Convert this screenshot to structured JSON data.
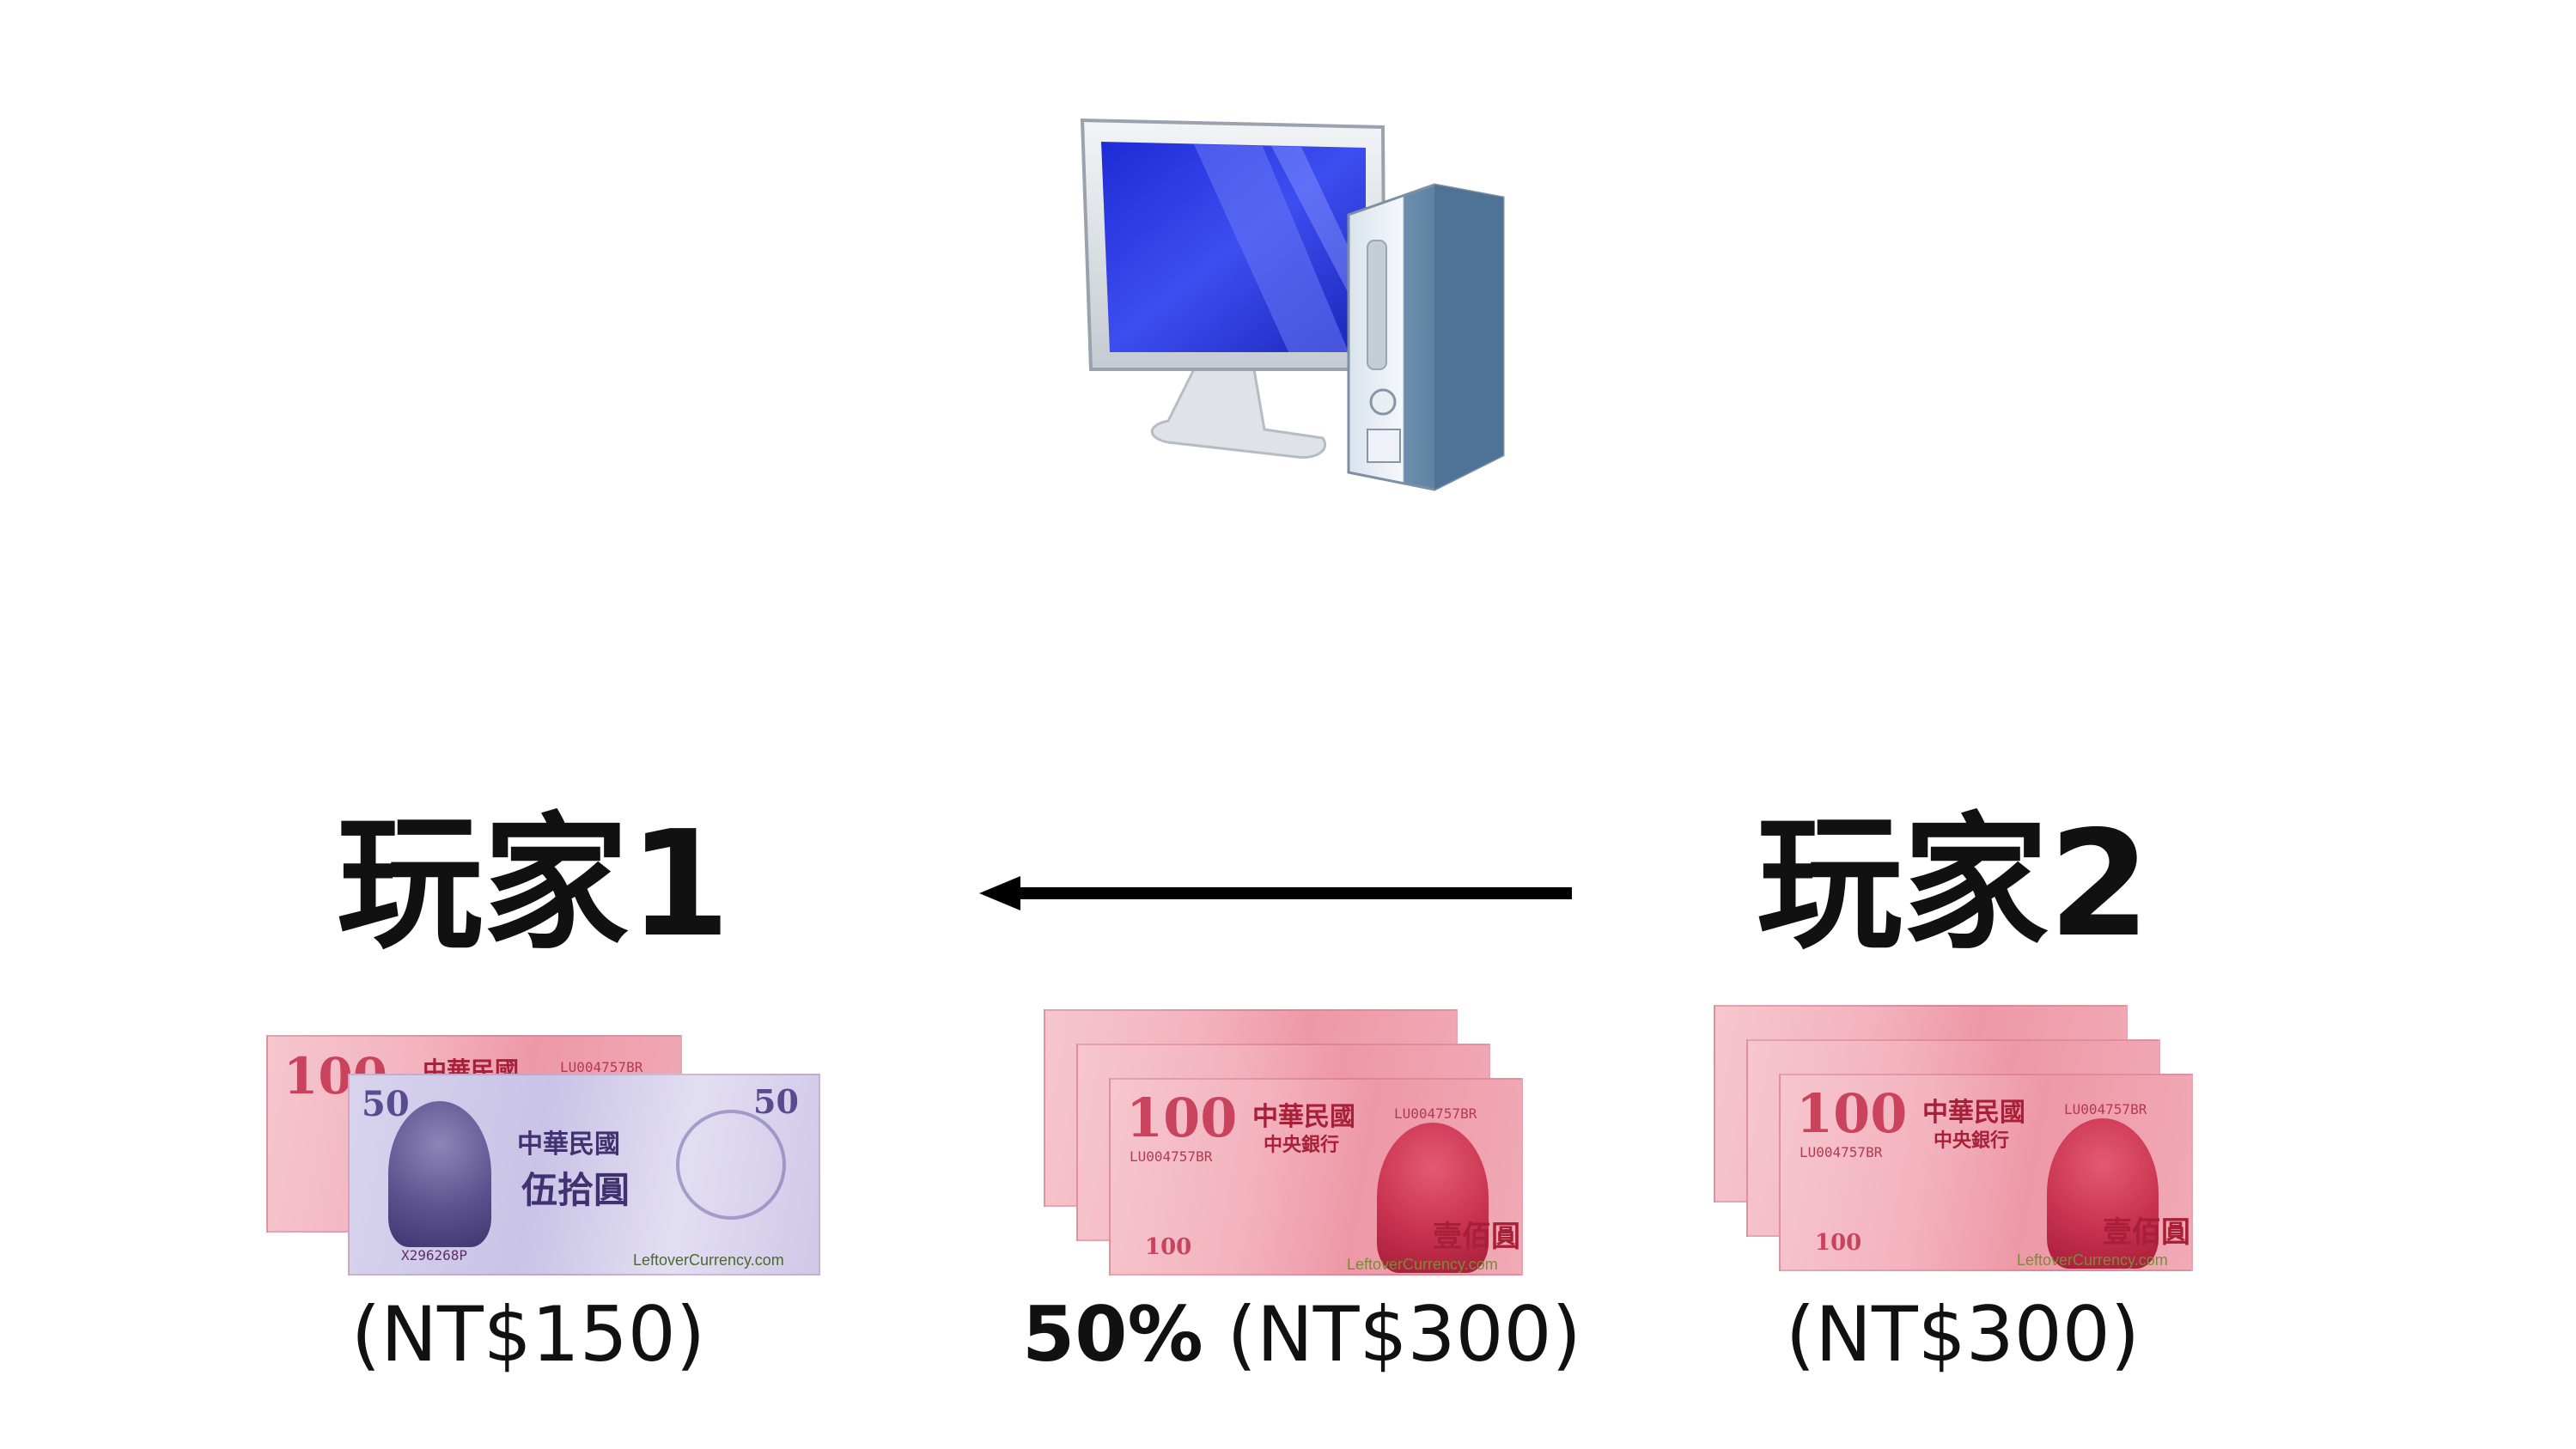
{
  "players": [
    {
      "label": "玩家1"
    },
    {
      "label": "玩家2"
    }
  ],
  "captions": {
    "left": "(NT$150)",
    "middle_percent": "50%",
    "middle_amount": "(NT$300)",
    "right": "(NT$300)"
  },
  "banknotes": {
    "red": {
      "denomination": "100",
      "issuer": "中華民國",
      "bank": "中央銀行",
      "value_text": "壹佰圓",
      "serial": "LU004757BR",
      "watermark": "LeftoverCurrency.com"
    },
    "violet": {
      "denomination": "50",
      "issuer": "中華民國",
      "value_text": "伍拾圓",
      "serial": "X296268P",
      "watermark": "LeftoverCurrency.com"
    }
  },
  "icons": {
    "computer": "computer-icon",
    "arrow": "arrow-left-icon"
  },
  "colors": {
    "note_red": "#ee98a7",
    "note_violet": "#c9c3e6",
    "screen_blue": "#2d3bd8"
  }
}
